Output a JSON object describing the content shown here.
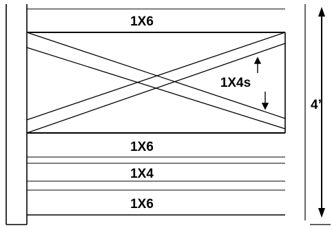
{
  "diagram": {
    "labels": {
      "top_board": "1X6",
      "braces": "1X4s",
      "middle_board": "1X6",
      "lower_board": "1X4",
      "bottom_board": "1X6",
      "height": "4’"
    },
    "colors": {
      "line": "#000000",
      "background": "#ffffff"
    }
  }
}
